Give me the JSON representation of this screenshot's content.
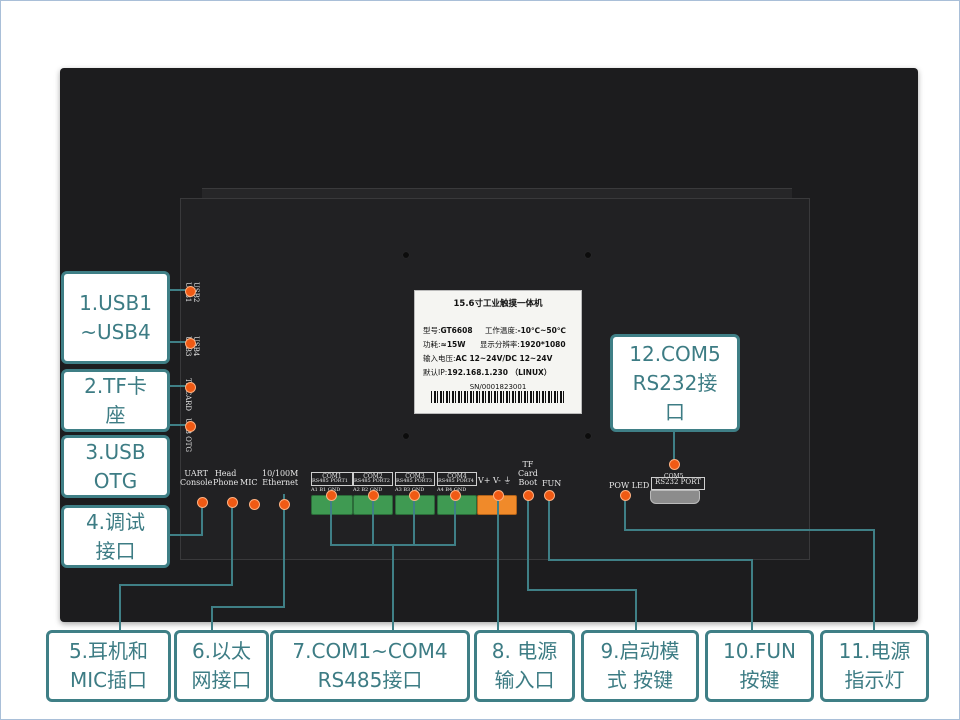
{
  "sticker": {
    "title": "15.6寸工业触摸一体机",
    "model_label": "型号:",
    "model_value": "GT6608",
    "temp_label": "工作温度:",
    "temp_value": "-10℃~50℃",
    "power_label": "功耗:",
    "power_value": "≈15W",
    "res_label": "显示分辨率:",
    "res_value": "1920*1080",
    "voltage_label": "输入电压:",
    "voltage_value": "AC 12~24V/DC 12~24V",
    "ip_label": "默认IP:",
    "ip_value": "192.168.1.230 （LINUX）",
    "sn": "SN/0001823001"
  },
  "silkscreen": {
    "usb2": "USB2",
    "usb1": "USB1",
    "usb4": "USB4",
    "usb3": "USB3",
    "tf_card": "TF CARD",
    "usb_otg": "USB OTG",
    "uart_console": "UART\nConsole",
    "headphone": "Head\nPhone",
    "mic": "MIC",
    "ethernet": "10/100M\nEthernet",
    "com1": "COM1",
    "com2": "COM2",
    "com3": "COM3",
    "com4": "COM4",
    "port1": "RS485 PORT1",
    "port2": "RS485 PORT2",
    "port3": "RS485 PORT3",
    "port4": "RS485 PORT4",
    "pins1": "A1  B1  GND",
    "pins2": "A2  B2  GND",
    "pins3": "A3  B3  GND",
    "pins4": "A4  B4  GND",
    "power_in": "V+  V-  ⏚",
    "tf_boot": "TF\nCard\nBoot",
    "fun": "FUN",
    "pow_led": "POW LED",
    "com5": "COM5",
    "rs232_port": "RS232 PORT"
  },
  "callouts": {
    "c1": "1.USB1\n~USB4",
    "c2": "2.TF卡\n座",
    "c3": "3.USB\nOTG",
    "c4": "4.调试\n接口",
    "c5": "5.耳机和\nMIC插口",
    "c6": "6.以太\n网接口",
    "c7": "7.COM1~COM4\nRS485接口",
    "c8": "8. 电源\n输入口",
    "c9": "9.启动模\n式 按键",
    "c10": "10.FUN\n按键",
    "c11": "11.电源\n指示灯",
    "c12": "12.COM5\nRS232接\n口"
  },
  "colors": {
    "callout_border": "#3f7f86",
    "callout_text": "#3d7c84",
    "marker": "#f05a14",
    "panel": "#1c1c1e"
  }
}
